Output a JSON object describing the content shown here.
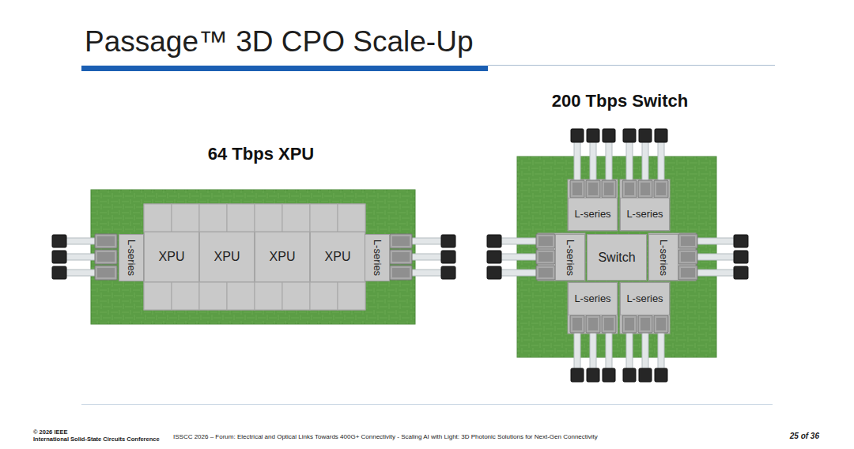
{
  "diagram": {
    "title": "Passage™ 3D CPO Scale-Up",
    "nodes": [
      {
        "text": [
          "64 Tbps XPU"
        ]
      },
      {
        "text": [
          "L-series"
        ],
        "in": 0
      },
      {
        "text": [
          "XPU"
        ],
        "in": 0
      },
      {
        "text": [
          "XPU"
        ],
        "in": 0
      },
      {
        "text": [
          "XPU"
        ],
        "in": 0
      },
      {
        "text": [
          "XPU"
        ],
        "in": 0
      },
      {
        "text": [
          "L-series"
        ],
        "in": 0
      },
      {
        "text": [
          "200 Tbps Switch"
        ]
      },
      {
        "text": [
          "L-series"
        ],
        "in": 7
      },
      {
        "text": [
          "L-series"
        ],
        "in": 7
      },
      {
        "text": [
          "L-series"
        ],
        "in": 7
      },
      {
        "text": [
          "Switch"
        ],
        "in": 7
      },
      {
        "text": [
          "L-series"
        ],
        "in": 7
      },
      {
        "text": [
          "L-series"
        ],
        "in": 7
      },
      {
        "text": [
          "L-series"
        ],
        "in": 7
      }
    ],
    "labels": [
      "© 2026 IEEE",
      "International Solid-State Circuits Conference",
      "ISSCC 2026 – Forum: Electrical and Optical Links Towards 400G+ Connectivity - Scaling AI with Light: 3D Photonic Solutions for Next-Gen Connectivity",
      "25 of 36"
    ]
  }
}
